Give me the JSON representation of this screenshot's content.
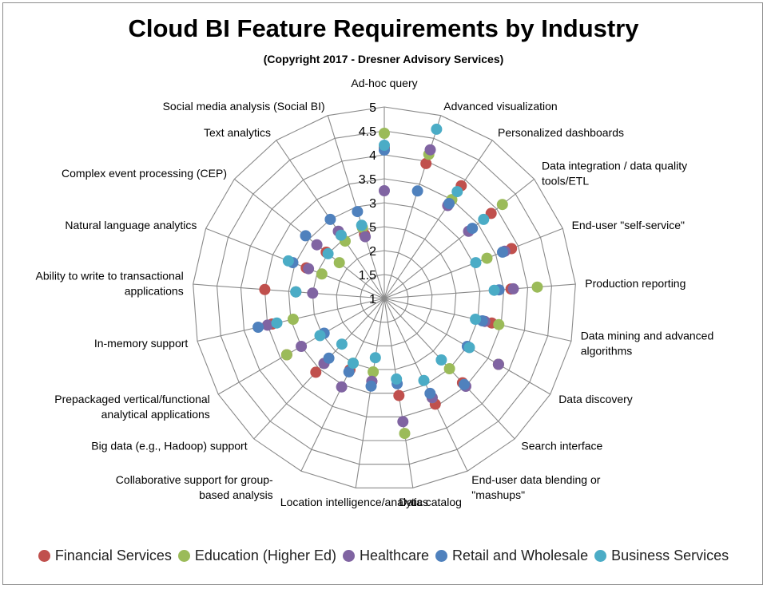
{
  "chart_data": {
    "type": "radar",
    "title": "Cloud BI Feature Requirements by Industry",
    "subtitle": "(Copyright 2017 - Dresner Advisory Services)",
    "rlim": [
      1,
      5
    ],
    "ticks": [
      "1",
      "1.5",
      "2",
      "2.5",
      "3",
      "3.5",
      "4",
      "4.5",
      "5"
    ],
    "grid": true,
    "legend_position": "bottom",
    "categories": [
      "Ad-hoc query",
      "Advanced visualization",
      "Personalized dashboards",
      "Data integration / data quality tools/ETL",
      "End-user \"self-service\"",
      "Production reporting",
      "Data mining and advanced algorithms",
      "Data discovery",
      "Search interface",
      "End-user data blending or \"mashups\"",
      "Data catalog",
      "Location intelligence/analytics",
      "Collaborative support for group-based analysis",
      "Big data (e.g., Hadoop) support",
      "Prepackaged vertical/functional analytical applications",
      "In-memory support",
      "Ability to write to transactional applications",
      "Natural language analytics",
      "Complex event processing (CEP)",
      "Text analytics",
      "Social media analysis (Social BI)"
    ],
    "series": [
      {
        "name": "Financial Services",
        "color": "#C0504D",
        "values": [
          4.15,
          3.95,
          3.85,
          3.85,
          3.85,
          3.65,
          3.3,
          3.75,
          3.4,
          3.45,
          3.05,
          2.75,
          2.65,
          3.1,
          3.35,
          3.4,
          3.5,
          2.75,
          2.55,
          2.6,
          2.4
        ]
      },
      {
        "name": "Education (Higher Ed)",
        "color": "#9BBB59",
        "values": [
          4.45,
          4.15,
          3.5,
          4.15,
          3.3,
          4.2,
          3.45,
          3.75,
          3.0,
          3.3,
          3.85,
          2.55,
          2.5,
          2.85,
          3.35,
          2.95,
          2.85,
          2.4,
          2.2,
          2.45,
          2.55
        ]
      },
      {
        "name": "Healthcare",
        "color": "#8064A2",
        "values": [
          3.25,
          4.25,
          3.35,
          3.25,
          3.7,
          3.7,
          3.15,
          3.75,
          3.5,
          3.3,
          3.6,
          2.75,
          3.05,
          2.85,
          3.0,
          3.5,
          2.5,
          2.7,
          2.8,
          2.7,
          2.35
        ]
      },
      {
        "name": "Retail and Wholesale",
        "color": "#4F81BD",
        "values": [
          4.1,
          3.35,
          3.4,
          3.35,
          3.65,
          3.4,
          3.1,
          3.0,
          3.45,
          3.2,
          2.8,
          2.85,
          2.7,
          2.7,
          2.45,
          3.7,
          2.85,
          3.05,
          3.1,
          3.0,
          2.9
        ]
      },
      {
        "name": "Business Services",
        "color": "#4BACC6",
        "values": [
          4.2,
          4.7,
          3.7,
          3.65,
          3.05,
          3.3,
          2.95,
          3.05,
          2.75,
          2.9,
          2.7,
          2.25,
          2.5,
          2.3,
          2.55,
          3.3,
          2.85,
          3.15,
          2.5,
          2.6,
          2.6
        ]
      }
    ]
  }
}
